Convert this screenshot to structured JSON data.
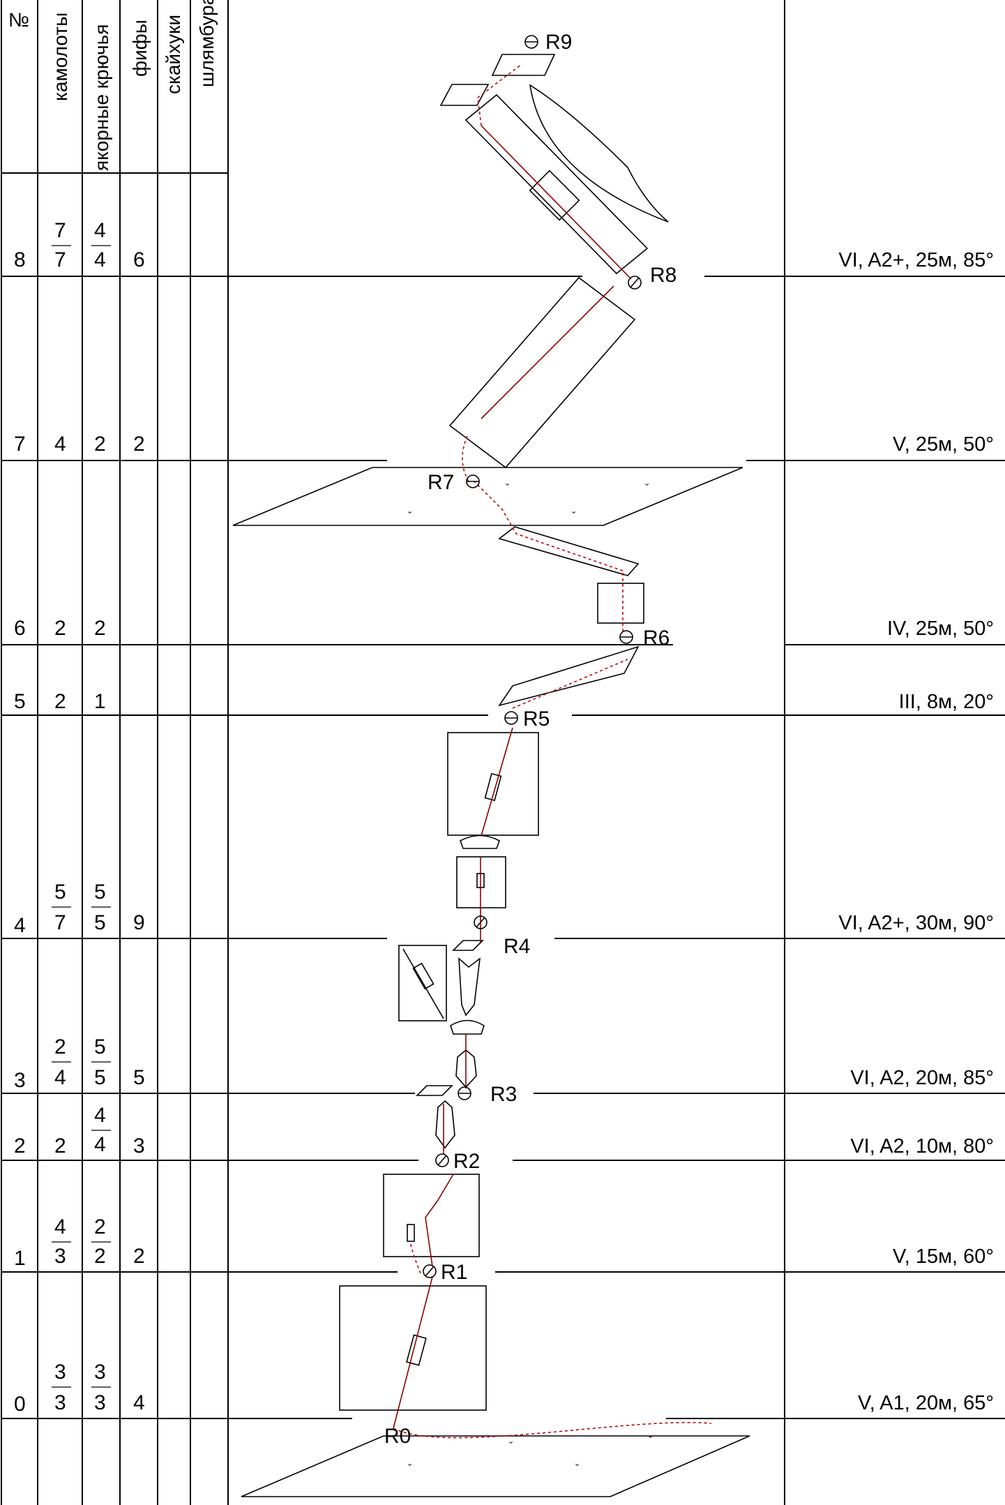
{
  "table": {
    "headers": {
      "num": "№",
      "camalots": "камолоты",
      "hooks": "якорные крючья",
      "fifi": "фифы",
      "skyhooks": "скайхуки",
      "bolts": "шлямбура"
    },
    "rows": [
      {
        "num": "8",
        "camalots": {
          "top": "7",
          "bottom": "7"
        },
        "hooks": {
          "top": "4",
          "bottom": "4"
        },
        "fifi": "6",
        "category": "VI, A2+, 25м, 85°"
      },
      {
        "num": "7",
        "camalots": {
          "top": "",
          "bottom": "4"
        },
        "hooks": {
          "top": "",
          "bottom": "2"
        },
        "fifi": "2",
        "category": "V, 25м, 50°"
      },
      {
        "num": "6",
        "camalots": {
          "top": "",
          "bottom": "2"
        },
        "hooks": {
          "top": "",
          "bottom": "2"
        },
        "fifi": "",
        "category": "IV, 25м, 50°"
      },
      {
        "num": "5",
        "camalots": {
          "top": "",
          "bottom": "2"
        },
        "hooks": {
          "top": "",
          "bottom": "1"
        },
        "fifi": "",
        "category": "III, 8м, 20°"
      },
      {
        "num": "4",
        "camalots": {
          "top": "5",
          "bottom": "7"
        },
        "hooks": {
          "top": "5",
          "bottom": "5"
        },
        "fifi": "9",
        "category": "VI, A2+, 30м, 90°"
      },
      {
        "num": "3",
        "camalots": {
          "top": "2",
          "bottom": "4"
        },
        "hooks": {
          "top": "5",
          "bottom": "5"
        },
        "fifi": "5",
        "category": "VI, A2, 20м, 85°"
      },
      {
        "num": "2",
        "camalots": {
          "top": "",
          "bottom": "2"
        },
        "hooks": {
          "top": "4",
          "bottom": "4"
        },
        "fifi": "3",
        "category": "VI, A2, 10м, 80°"
      },
      {
        "num": "1",
        "camalots": {
          "top": "4",
          "bottom": "3"
        },
        "hooks": {
          "top": "2",
          "bottom": "2"
        },
        "fifi": "2",
        "category": "V, 15м, 60°"
      },
      {
        "num": "0",
        "camalots": {
          "top": "3",
          "bottom": "3"
        },
        "hooks": {
          "top": "3",
          "bottom": "3"
        },
        "fifi": "4",
        "category": "V, A1, 20м, 65°"
      }
    ]
  },
  "stations": [
    "R0",
    "R1",
    "R2",
    "R3",
    "R4",
    "R5",
    "R6",
    "R7",
    "R8",
    "R9"
  ]
}
